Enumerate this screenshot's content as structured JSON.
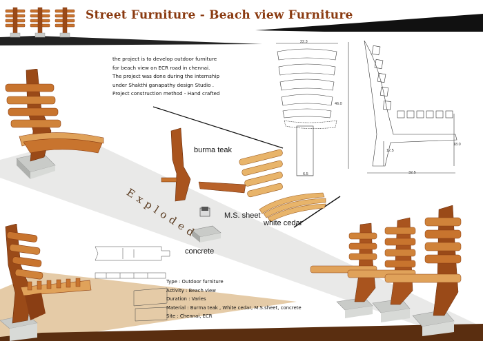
{
  "header": {
    "title": "Street Furniture - Beach view  Furniture"
  },
  "intro": {
    "lines": [
      "the project is to develop outdoor furniture",
      "for beach view on ECR road in chennai.",
      "The project was done during the internship",
      "under Shakthi ganapathy design Studio .",
      "Project construction method - Hand crafted"
    ]
  },
  "exploded": {
    "label": "Exploded",
    "parts": {
      "burma_teak": "burma teak",
      "ms_sheet": "M.S. sheet",
      "white_cedar": "white cedar",
      "concrete": "concrete"
    }
  },
  "drawing": {
    "front_width": "22.3",
    "height": "46.0",
    "base_width": "6.5",
    "seat_height": "12.5",
    "back_height": "18.0",
    "depth": "32.5"
  },
  "specs": {
    "type": "Type : Outdoor furniture",
    "activity": "Activity : Beach view",
    "duration": "Duration : Varies",
    "material": "Material : Burma teak , White cedar, M.S.sheet, concrete",
    "site": "Site : Chennai, ECR"
  },
  "colors": {
    "title": "#8a3a10",
    "wood": "#c8742e",
    "wood_dark": "#8a3e14",
    "wood_light": "#e8b46a",
    "concrete": "#c9cbc8",
    "band": "#e9e9e8",
    "tan": "#d9b98a",
    "black": "#111111"
  }
}
